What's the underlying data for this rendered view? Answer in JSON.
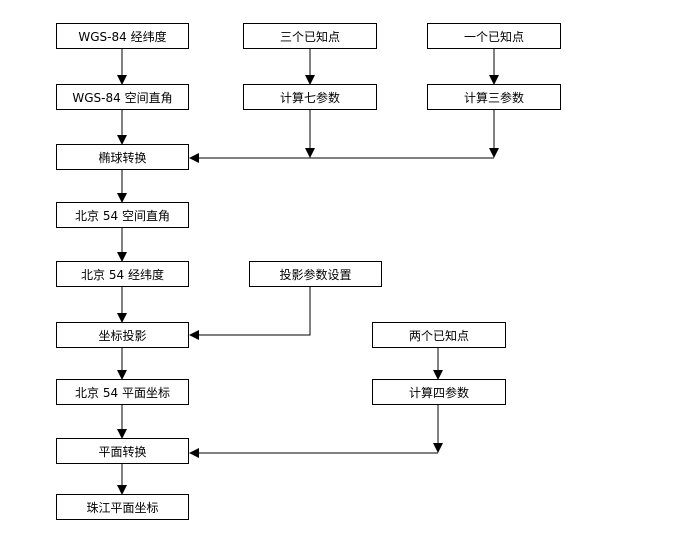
{
  "boxes": {
    "wgs84_geo": "WGS-84 经纬度",
    "three_known_points": "三个已知点",
    "one_known_point": "一个已知点",
    "wgs84_cartesian": "WGS-84 空间直角",
    "calc_seven_params": "计算七参数",
    "calc_three_params": "计算三参数",
    "ellipsoid_transform": "椭球转换",
    "beijing54_cartesian": "北京 54 空间直角",
    "beijing54_geo": "北京 54 经纬度",
    "projection_params": "投影参数设置",
    "coord_projection": "坐标投影",
    "two_known_points": "两个已知点",
    "beijing54_plane": "北京 54 平面坐标",
    "calc_four_params": "计算四参数",
    "plane_transform": "平面转换",
    "zhujiang_plane": "珠江平面坐标"
  }
}
